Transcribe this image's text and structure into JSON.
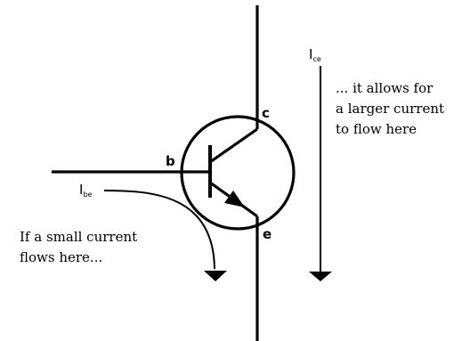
{
  "terminals": {
    "collector": "c",
    "base": "b",
    "emitter": "e"
  },
  "currents": {
    "ice_main": "I",
    "ice_sub": "ce",
    "ibe_main": "I",
    "ibe_sub": "be"
  },
  "captions": {
    "left_line1": "If a small current",
    "left_line2": "flows here...",
    "right_line1": "... it allows for",
    "right_line2": "a larger current",
    "right_line3": "to flow here"
  },
  "colors": {
    "stroke": "#000000",
    "background": "#ffffff"
  }
}
